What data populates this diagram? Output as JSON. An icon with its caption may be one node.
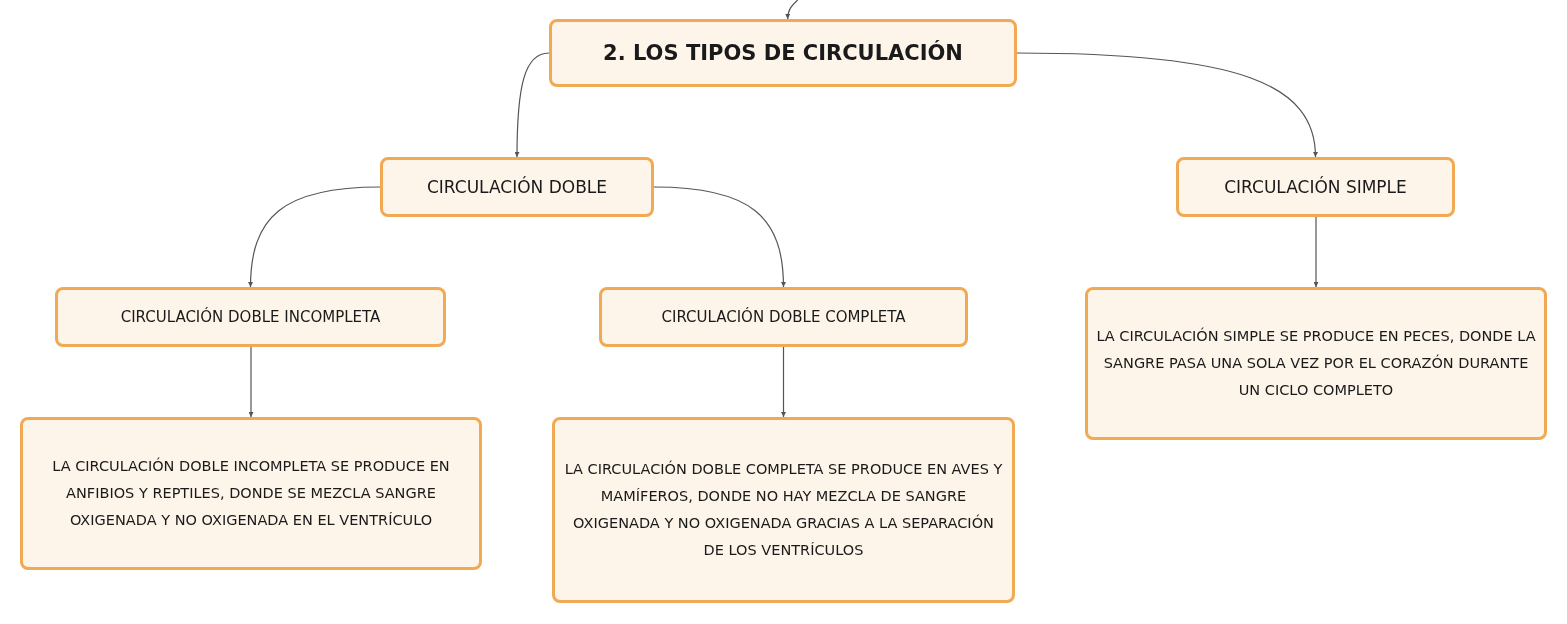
{
  "diagram": {
    "nodes": [
      {
        "text": [
          "2. LOS TIPOS DE CIRCULACIÓN"
        ]
      },
      {
        "text": [
          "CIRCULACIÓN DOBLE"
        ]
      },
      {
        "text": [
          "CIRCULACIÓN SIMPLE"
        ]
      },
      {
        "text": [
          "CIRCULACIÓN DOBLE INCOMPLETA"
        ]
      },
      {
        "text": [
          "CIRCULACIÓN DOBLE COMPLETA"
        ]
      },
      {
        "text": [
          "LA CIRCULACIÓN SIMPLE SE PRODUCE EN PECES, DONDE LA SANGRE PASA UNA SOLA VEZ POR EL CORAZÓN DURANTE UN CICLO COMPLETO"
        ]
      },
      {
        "text": [
          "LA CIRCULACIÓN DOBLE INCOMPLETA SE PRODUCE EN ANFIBIOS Y REPTILES, DONDE SE MEZCLA SANGRE OXIGENADA Y NO OXIGENADA EN EL VENTRÍCULO"
        ]
      },
      {
        "text": [
          "LA CIRCULACIÓN DOBLE COMPLETA SE PRODUCE EN AVES Y MAMÍFEROS, DONDE NO HAY MEZCLA DE SANGRE OXIGENADA Y NO OXIGENADA GRACIAS A LA SEPARACIÓN DE LOS VENTRÍCULOS"
        ]
      }
    ],
    "edges": [
      {
        "from": null,
        "to": 0,
        "arrow": "to"
      },
      {
        "from": 0,
        "to": 1,
        "arrow": "to"
      },
      {
        "from": 0,
        "to": 2,
        "arrow": "to"
      },
      {
        "from": 1,
        "to": 3,
        "arrow": "to"
      },
      {
        "from": 1,
        "to": 4,
        "arrow": "to"
      },
      {
        "from": 2,
        "to": 5,
        "arrow": "to"
      },
      {
        "from": 3,
        "to": 6,
        "arrow": "to"
      },
      {
        "from": 4,
        "to": 7,
        "arrow": "to"
      }
    ]
  }
}
